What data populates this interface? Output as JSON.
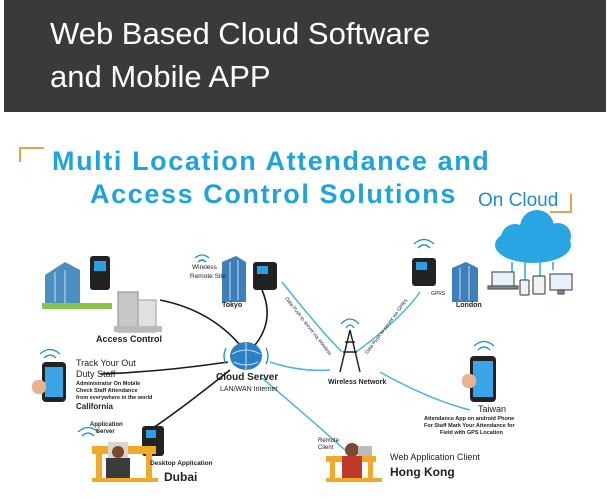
{
  "banner": {
    "line1": "Web Based Cloud Software",
    "line2": "and Mobile APP"
  },
  "diagram": {
    "title_line1": "Multi Location Attendance and",
    "title_line2": "Access Control Solutions",
    "on_cloud": "On Cloud",
    "center": {
      "name": "Cloud Server",
      "sub": "LAN/WAN Internet"
    },
    "wireless_network": "Wireless Network",
    "nodes": {
      "access_control": "Access Control",
      "wireless_remote_site_1": "Wireless",
      "wireless_remote_site_2": "Remote Site",
      "tokyo": "Tokyo",
      "london": "London",
      "gprs": "GPRS",
      "track_1": "Track Your Out",
      "track_2": "Duty Staff",
      "track_desc_1": "Administrator On Mobile",
      "track_desc_2": "Check Staff Attendance",
      "track_desc_3": "from everywhere in the world",
      "california": "California",
      "application_server_1": "Application",
      "application_server_2": "Server",
      "desktop_application": "Desktop Application",
      "dubai": "Dubai",
      "remote_client_1": "Remote",
      "remote_client_2": "Client",
      "web_application_client": "Web Application Client",
      "hong_kong": "Hong Kong",
      "taiwan": "Taiwan",
      "taiwan_desc_1": "Attendance App on android Phone",
      "taiwan_desc_2": "For Staff Mark Your Attendance for",
      "taiwan_desc_3": "Field with GPS Location"
    },
    "link_labels": {
      "tokyo_link": "Data Push to server via Wireless",
      "london_link": "Data Push to server via GPRS"
    }
  },
  "colors": {
    "banner_bg": "#3a3a3a",
    "title": "#1fa3dc",
    "accent_blue": "#1b8fd0",
    "frame_orange": "#e8a34a"
  }
}
